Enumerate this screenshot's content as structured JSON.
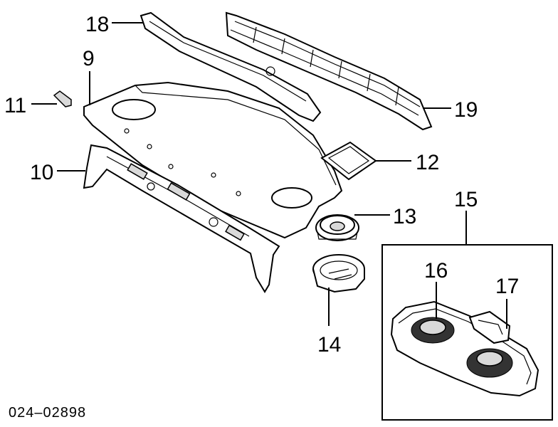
{
  "callouts": {
    "c9": "9",
    "c10": "10",
    "c11": "11",
    "c12": "12",
    "c13": "13",
    "c14": "14",
    "c15": "15",
    "c16": "16",
    "c17": "17",
    "c18": "18",
    "c19": "19"
  },
  "diagram_code": "024–02898"
}
